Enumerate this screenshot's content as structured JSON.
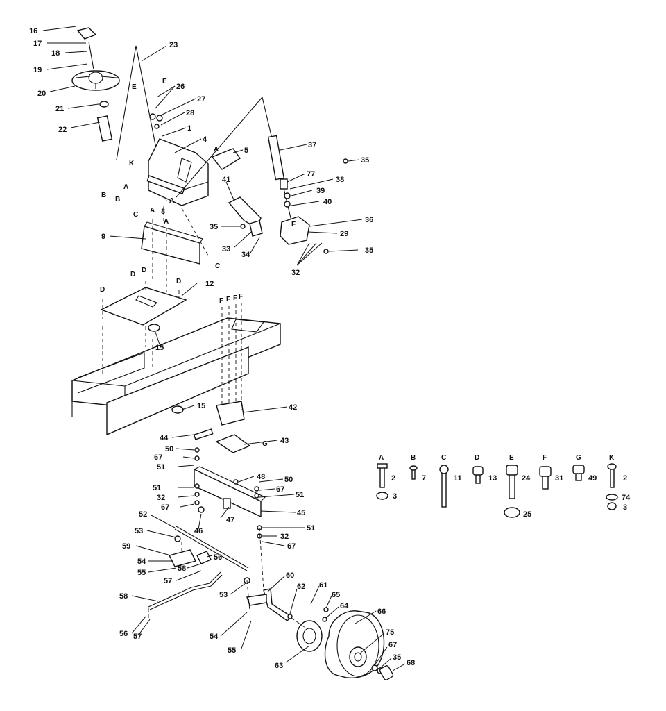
{
  "callouts": [
    {
      "id": "c16",
      "text": "16"
    },
    {
      "id": "c17",
      "text": "17"
    },
    {
      "id": "c18",
      "text": "18"
    },
    {
      "id": "c19",
      "text": "19"
    },
    {
      "id": "c20",
      "text": "20"
    },
    {
      "id": "c21",
      "text": "21"
    },
    {
      "id": "c22",
      "text": "22"
    },
    {
      "id": "c23",
      "text": "23"
    },
    {
      "id": "c26",
      "text": "26"
    },
    {
      "id": "c27",
      "text": "27"
    },
    {
      "id": "c28",
      "text": "28"
    },
    {
      "id": "c1",
      "text": "1"
    },
    {
      "id": "c4",
      "text": "4"
    },
    {
      "id": "c5",
      "text": "5"
    },
    {
      "id": "c37",
      "text": "37"
    },
    {
      "id": "c35a",
      "text": "35"
    },
    {
      "id": "c77",
      "text": "77"
    },
    {
      "id": "c38",
      "text": "38"
    },
    {
      "id": "c41",
      "text": "41"
    },
    {
      "id": "c39",
      "text": "39"
    },
    {
      "id": "c40",
      "text": "40"
    },
    {
      "id": "c36",
      "text": "36"
    },
    {
      "id": "c29",
      "text": "29"
    },
    {
      "id": "c35b",
      "text": "35"
    },
    {
      "id": "c33",
      "text": "33"
    },
    {
      "id": "c34",
      "text": "34"
    },
    {
      "id": "c35c",
      "text": "35"
    },
    {
      "id": "c32a",
      "text": "32"
    },
    {
      "id": "c8",
      "text": "8"
    },
    {
      "id": "c9",
      "text": "9"
    },
    {
      "id": "c12",
      "text": "12"
    },
    {
      "id": "c15a",
      "text": "15"
    },
    {
      "id": "c15b",
      "text": "15"
    },
    {
      "id": "c42",
      "text": "42"
    },
    {
      "id": "c44",
      "text": "44"
    },
    {
      "id": "c43",
      "text": "43"
    },
    {
      "id": "c50a",
      "text": "50"
    },
    {
      "id": "c67a",
      "text": "67"
    },
    {
      "id": "c51a",
      "text": "51"
    },
    {
      "id": "c48",
      "text": "48"
    },
    {
      "id": "c50b",
      "text": "50"
    },
    {
      "id": "c67b",
      "text": "67"
    },
    {
      "id": "c51b",
      "text": "51"
    },
    {
      "id": "c51c",
      "text": "51"
    },
    {
      "id": "c32b",
      "text": "32"
    },
    {
      "id": "c67c",
      "text": "67"
    },
    {
      "id": "c47",
      "text": "47"
    },
    {
      "id": "c46",
      "text": "46"
    },
    {
      "id": "c45",
      "text": "45"
    },
    {
      "id": "c52",
      "text": "52"
    },
    {
      "id": "c53a",
      "text": "53"
    },
    {
      "id": "c59",
      "text": "59"
    },
    {
      "id": "c51d",
      "text": "51"
    },
    {
      "id": "c32c",
      "text": "32"
    },
    {
      "id": "c67d",
      "text": "67"
    },
    {
      "id": "c54a",
      "text": "54"
    },
    {
      "id": "c56",
      "text": "56"
    },
    {
      "id": "c55a",
      "text": "55"
    },
    {
      "id": "c58a",
      "text": "58"
    },
    {
      "id": "c57a",
      "text": "57"
    },
    {
      "id": "c58b",
      "text": "58"
    },
    {
      "id": "c53b",
      "text": "53"
    },
    {
      "id": "c60",
      "text": "60"
    },
    {
      "id": "c62",
      "text": "62"
    },
    {
      "id": "c61",
      "text": "61"
    },
    {
      "id": "c65",
      "text": "65"
    },
    {
      "id": "c64",
      "text": "64"
    },
    {
      "id": "c66",
      "text": "66"
    },
    {
      "id": "c56b",
      "text": "56"
    },
    {
      "id": "c57b",
      "text": "57"
    },
    {
      "id": "c54b",
      "text": "54"
    },
    {
      "id": "c55b",
      "text": "55"
    },
    {
      "id": "c63",
      "text": "63"
    },
    {
      "id": "c75",
      "text": "75"
    },
    {
      "id": "c67e",
      "text": "67"
    },
    {
      "id": "c35d",
      "text": "35"
    },
    {
      "id": "c68",
      "text": "68"
    }
  ],
  "ref_letters": [
    {
      "id": "lE1",
      "text": "E"
    },
    {
      "id": "lE2",
      "text": "E"
    },
    {
      "id": "lK",
      "text": "K"
    },
    {
      "id": "lA1",
      "text": "A"
    },
    {
      "id": "lA2",
      "text": "A"
    },
    {
      "id": "lA3",
      "text": "A"
    },
    {
      "id": "lB1",
      "text": "B"
    },
    {
      "id": "lB2",
      "text": "B"
    },
    {
      "id": "lC1",
      "text": "C"
    },
    {
      "id": "lA4",
      "text": "A"
    },
    {
      "id": "lA5",
      "text": "A"
    },
    {
      "id": "lC2",
      "text": "C"
    },
    {
      "id": "lD1",
      "text": "D"
    },
    {
      "id": "lD2",
      "text": "D"
    },
    {
      "id": "lD3",
      "text": "D"
    },
    {
      "id": "lD4",
      "text": "D"
    },
    {
      "id": "lF1",
      "text": "F"
    },
    {
      "id": "lF2",
      "text": "F"
    },
    {
      "id": "lF3",
      "text": "F"
    },
    {
      "id": "lF4",
      "text": "F"
    },
    {
      "id": "lG1",
      "text": "G"
    },
    {
      "id": "lF5",
      "text": "F"
    }
  ],
  "hardware_key": [
    {
      "letter": "A",
      "bolt": "2",
      "nut": "3"
    },
    {
      "letter": "B",
      "bolt": "7",
      "nut": ""
    },
    {
      "letter": "C",
      "bolt": "11",
      "nut": ""
    },
    {
      "letter": "D",
      "bolt": "13",
      "nut": ""
    },
    {
      "letter": "E",
      "bolt": "24",
      "nut": "25"
    },
    {
      "letter": "F",
      "bolt": "31",
      "nut": ""
    },
    {
      "letter": "G",
      "bolt": "49",
      "nut": ""
    },
    {
      "letter": "K",
      "bolt": "2",
      "nut": "74",
      "nut2": "3"
    }
  ]
}
